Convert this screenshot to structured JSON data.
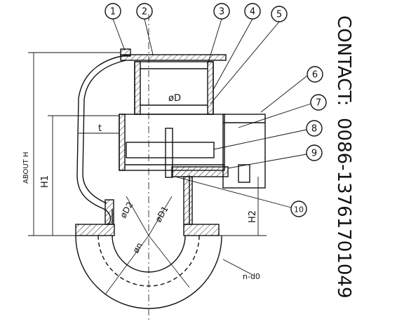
{
  "callouts": [
    "1",
    "2",
    "3",
    "4",
    "5",
    "6",
    "7",
    "8",
    "9",
    "10"
  ],
  "dimensions": {
    "about_h": "ABOUT H",
    "h1": "H1",
    "h2": "H2",
    "t": "t",
    "diameter_d": "øD",
    "diameter_d1": "øD1",
    "diameter_d2": "øD2",
    "diameter_n": "øn",
    "holes": "n-d0"
  },
  "contact": {
    "label": "CONTACT:",
    "phone": "0086-13761701049"
  }
}
